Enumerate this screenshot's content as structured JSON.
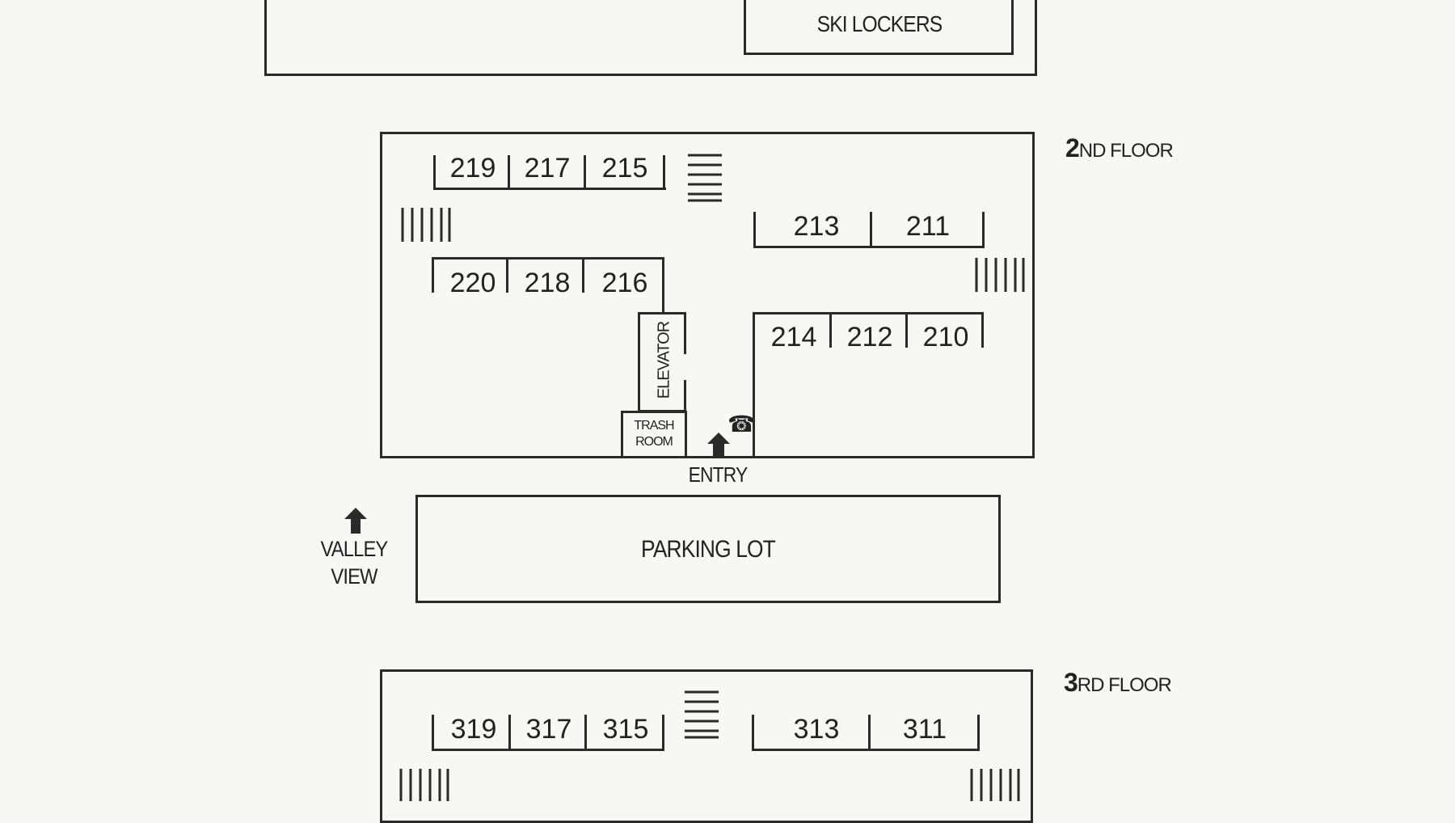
{
  "labels": {
    "ski_lockers": "SKI LOCKERS",
    "second_floor_num": "2",
    "second_floor_suffix": "ND FLOOR",
    "third_floor_num": "3",
    "third_floor_suffix": "RD FLOOR",
    "elevator": "ELEVATOR",
    "trash_line1": "TRASH",
    "trash_line2": "ROOM",
    "entry": "ENTRY",
    "parking_lot": "PARKING LOT",
    "valley_line1": "VALLEY",
    "valley_line2": "VIEW"
  },
  "rooms": {
    "r219": "219",
    "r217": "217",
    "r215": "215",
    "r213": "213",
    "r211": "211",
    "r220": "220",
    "r218": "218",
    "r216": "216",
    "r214": "214",
    "r212": "212",
    "r210": "210",
    "r319": "319",
    "r317": "317",
    "r315": "315",
    "r313": "313",
    "r311": "311"
  },
  "icons": {
    "stairs": "stairs-icon",
    "arrow": "up-arrow-icon",
    "phone": "telephone-icon"
  },
  "colors": {
    "ink": "#2a2a2a",
    "paper": "#f7f7f6"
  }
}
